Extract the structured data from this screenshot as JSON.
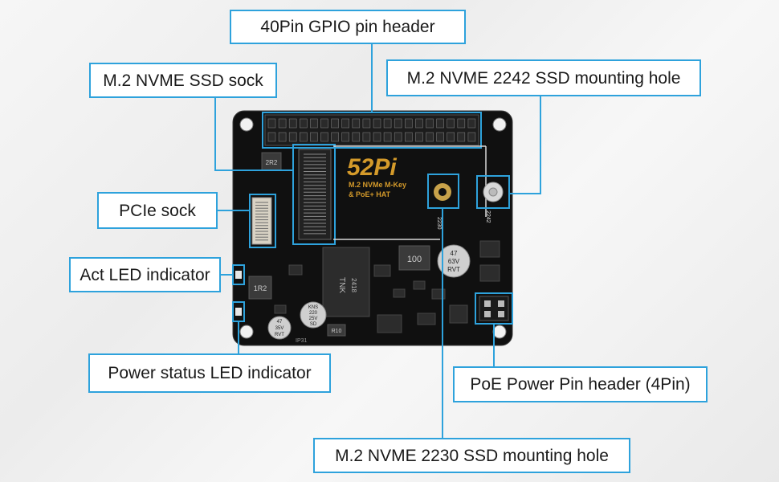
{
  "labels": {
    "gpio": "40Pin GPIO pin header",
    "ssd_sock": "M.2 NVME SSD sock",
    "hole_2242": "M.2 NVME 2242 SSD mounting hole",
    "pcie_sock": "PCIe sock",
    "act_led": "Act LED indicator",
    "power_led": "Power status LED indicator",
    "poe_header": "PoE Power Pin header (4Pin)",
    "hole_2230": "M.2 NVME 2230 SSD mounting hole"
  },
  "board": {
    "logo": "52Pi",
    "subtitle_1": "M.2 NVMe M-Key",
    "subtitle_2": "& PoE+ HAT",
    "mark_2230": "2230",
    "mark_2242": "2242",
    "inductor_2r2": "2R2",
    "inductor_1r2": "1R2",
    "inductor_100": "100",
    "chip_text_1": "TNK",
    "chip_text_2": "2418",
    "cap_big_1": "47",
    "cap_big_2": "63V",
    "cap_big_3": "RVT",
    "cap_small_1": "KNS",
    "cap_small_2": "220",
    "cap_small_3": "25V",
    "cap_small_4": "SD",
    "cap_left_1": "47",
    "cap_left_2": "35V",
    "cap_left_3": "RVT",
    "resistor_r10": "R10",
    "label_ip31": "IP31"
  },
  "colors": {
    "accent": "#2ea2dc",
    "board": "#111111",
    "silkscreen": "#e8e8e8",
    "logo": "#d49a2a"
  }
}
